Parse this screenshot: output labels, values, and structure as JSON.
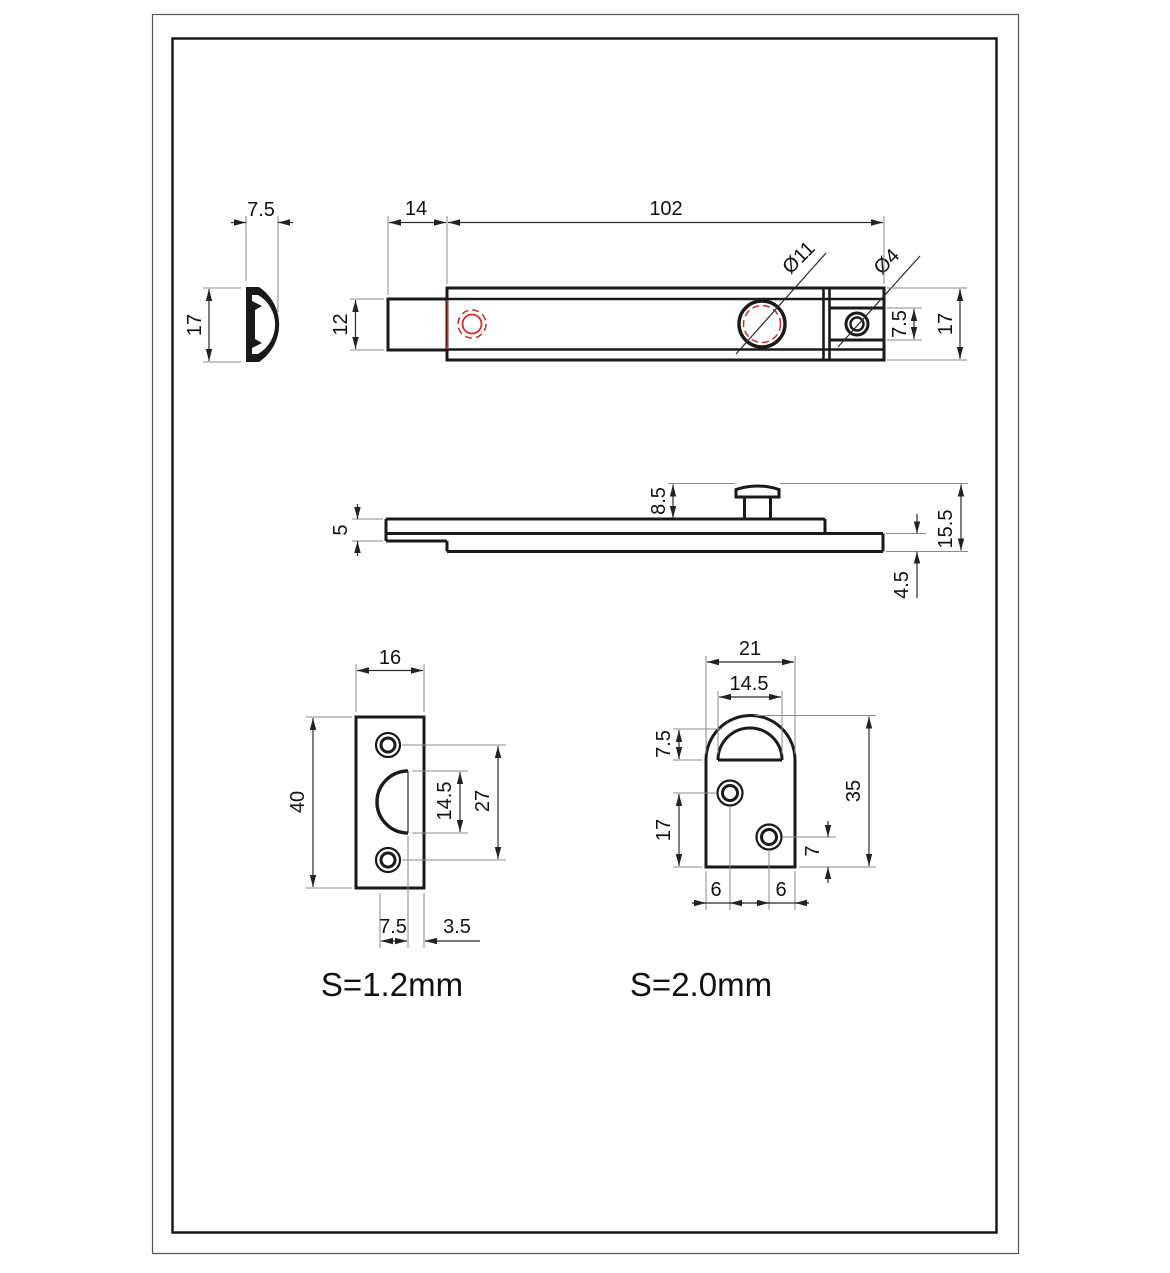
{
  "drawing": {
    "product_labels": {
      "left_plate": "S=1.2mm",
      "right_plate": "S=2.0mm"
    },
    "views": {
      "bolt_section": {
        "width": "7.5",
        "height": "17"
      },
      "bolt_top": {
        "bolt_protrusion": "14",
        "body_length": "102",
        "knob_hole_dia": "Ø11",
        "screw_hole_dia": "Ø4",
        "bolt_width": "12",
        "screw_band_width": "7.5",
        "body_width": "17"
      },
      "bolt_side": {
        "bolt_thickness": "5",
        "knob_height": "8.5",
        "total_height": "15.5",
        "base_thickness": "4.5"
      },
      "strike_plate": {
        "width": "16",
        "height": "40",
        "cutout_height": "14.5",
        "hole_spacing": "27",
        "cutout_depth": "7.5",
        "edge_offset": "3.5"
      },
      "guide_plate": {
        "width": "21",
        "cutout_width": "14.5",
        "cutout_height": "7.5",
        "upper_hole_height": "17",
        "height": "35",
        "lower_hole_height": "7",
        "left_hole_offset": "6",
        "right_hole_offset": "6"
      }
    }
  }
}
